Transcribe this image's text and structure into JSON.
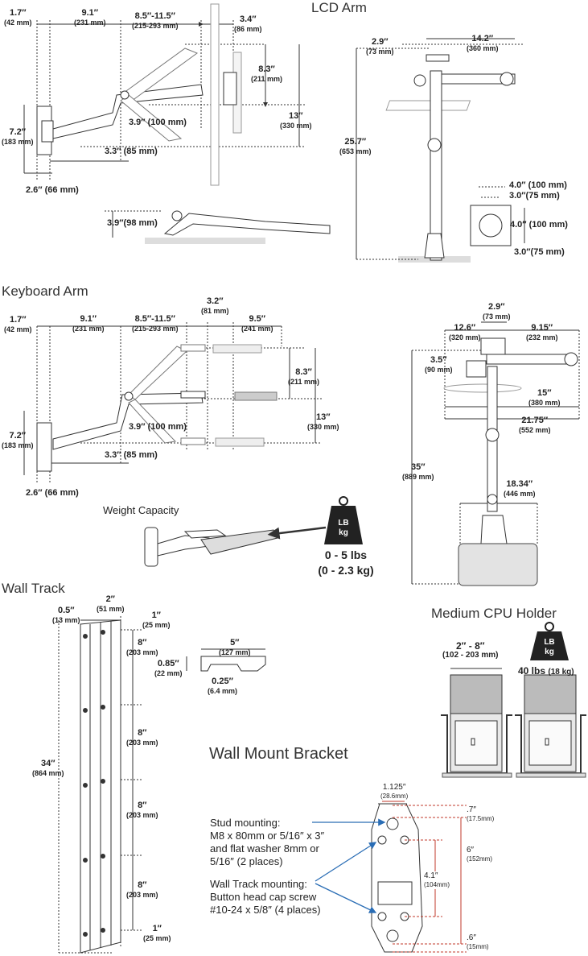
{
  "sections": {
    "lcd_arm": "LCD Arm",
    "keyboard_arm": "Keyboard Arm",
    "wall_track": "Wall Track",
    "medium_cpu_holder": "Medium CPU Holder",
    "wall_mount_bracket": "Wall Mount Bracket",
    "weight_capacity": "Weight Capacity"
  },
  "lcd_arm": {
    "d1": {
      "in": "1.7″",
      "mm": "(42 mm)"
    },
    "d2": {
      "in": "9.1″",
      "mm": "(231 mm)"
    },
    "d3": {
      "in": "8.5″-11.5″",
      "mm": "(215-293 mm)"
    },
    "d4": {
      "in": "3.4″",
      "mm": "(86 mm)"
    },
    "d5": {
      "in": "8.3″",
      "mm": "(211 mm)"
    },
    "d6": {
      "in": "13″",
      "mm": "(330 mm)"
    },
    "d7": {
      "in": "7.2″",
      "mm": "(183 mm)"
    },
    "d8": "3.9″ (100 mm)",
    "d9": "3.3″ (85 mm)",
    "d10": "2.6″ (66 mm)",
    "d11": "3.9″(98 mm)",
    "side": {
      "d1": {
        "in": "2.9″",
        "mm": "(73 mm)"
      },
      "d2": {
        "in": "14.2″",
        "mm": "(360 mm)"
      },
      "d3": {
        "in": "25.7″",
        "mm": "(653 mm)"
      },
      "vesa1": "4.0″ (100 mm)",
      "vesa2": "3.0″(75 mm)",
      "vesa3": "4.0″ (100 mm)",
      "vesa4": "3.0″(75 mm)"
    }
  },
  "keyboard_arm": {
    "d1": {
      "in": "1.7″",
      "mm": "(42 mm)"
    },
    "d2": {
      "in": "9.1″",
      "mm": "(231 mm)"
    },
    "d3": {
      "in": "8.5″-11.5″",
      "mm": "(215-293 mm)"
    },
    "d4": {
      "in": "3.2″",
      "mm": "(81 mm)"
    },
    "d5": {
      "in": "9.5″",
      "mm": "(241 mm)"
    },
    "d6": {
      "in": "8.3″",
      "mm": "(211 mm)"
    },
    "d7": {
      "in": "13″",
      "mm": "(330 mm)"
    },
    "d8": {
      "in": "7.2″",
      "mm": "(183 mm)"
    },
    "d9": "3.9″ (100 mm)",
    "d10": "3.3″ (85 mm)",
    "d11": "2.6″ (66 mm)",
    "side": {
      "d1": {
        "in": "2.9″",
        "mm": "(73 mm)"
      },
      "d2": {
        "in": "12.6″",
        "mm": "(320 mm)"
      },
      "d3": {
        "in": "9.15″",
        "mm": "(232 mm)"
      },
      "d4": {
        "in": "3.5″",
        "mm": "(90 mm)"
      },
      "d5": {
        "in": "15″",
        "mm": "(380 mm)"
      },
      "d6": {
        "in": "21.75″",
        "mm": "(552 mm)"
      },
      "d7": {
        "in": "35″",
        "mm": "(889 mm)"
      },
      "d8": {
        "in": "18.34″",
        "mm": "(446 mm)"
      }
    },
    "weight": {
      "lbs": "0 - 5 lbs",
      "kg": "(0 - 2.3 kg)"
    }
  },
  "weight_icon": {
    "top": "LB",
    "bottom": "kg"
  },
  "wall_track": {
    "d1": {
      "in": "0.5″",
      "mm": "(13 mm)"
    },
    "d2": {
      "in": "2″",
      "mm": "(51 mm)"
    },
    "d3": {
      "in": "1″",
      "mm": "(25 mm)"
    },
    "d4": {
      "in": "8″",
      "mm": "(203 mm)"
    },
    "d5": {
      "in": "8″",
      "mm": "(203 mm)"
    },
    "d6": {
      "in": "8″",
      "mm": "(203 mm)"
    },
    "d7": {
      "in": "8″",
      "mm": "(203 mm)"
    },
    "d8": {
      "in": "1″",
      "mm": "(25 mm)"
    },
    "d9": {
      "in": "34″",
      "mm": "(864 mm)"
    },
    "profile": {
      "w": {
        "in": "5″",
        "mm": "(127 mm)"
      },
      "h": {
        "in": "0.85″",
        "mm": "(22 mm)"
      },
      "t": {
        "in": "0.25″",
        "mm": "(6.4 mm)"
      }
    }
  },
  "cpu_holder": {
    "width": {
      "in": "2″ - 8″",
      "mm": "(102 - 203 mm)"
    },
    "weight": {
      "lbs": "40 lbs",
      "kg": "(18 kg)"
    }
  },
  "bracket": {
    "stud_note": [
      "Stud mounting:",
      "M8 x 80mm or 5/16″ x 3″",
      "and flat washer 8mm or",
      "5/16″ (2 places)"
    ],
    "track_note": [
      "Wall Track mounting:",
      "Button head cap screw",
      "#10-24 x 5/8″ (4 places)"
    ],
    "d1": {
      "in": "1.125″",
      "mm": "(28.6mm)"
    },
    "d2": {
      "in": ".7″",
      "mm": "(17.5mm)"
    },
    "d3": {
      "in": "6″",
      "mm": "(152mm)"
    },
    "d4": {
      "in": "4.1″",
      "mm": "(104mm)"
    },
    "d5": {
      "in": ".6″",
      "mm": "(15mm)"
    }
  },
  "colors": {
    "line": "#333333",
    "red": "#c0392b",
    "blue": "#2a6db5",
    "grey": "#cfcfcf",
    "base": "#dddddd"
  }
}
